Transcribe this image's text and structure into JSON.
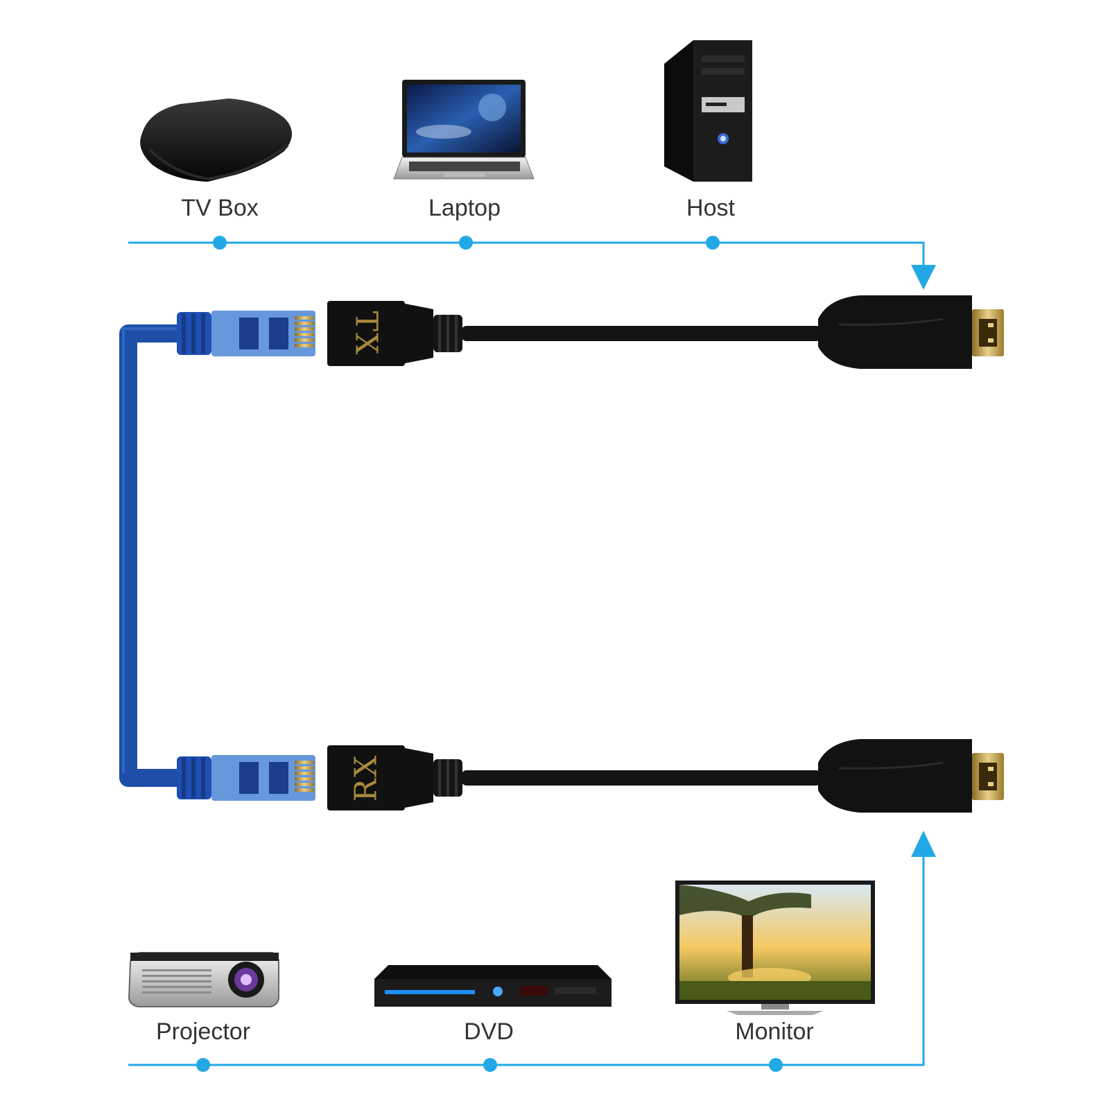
{
  "colors": {
    "accent": "#23a8e6",
    "ethernet_cable": "#1d4fa8",
    "connector_gold": "#a88a3c",
    "device_black": "#111111"
  },
  "sources": {
    "items": [
      {
        "label": "TV Box",
        "icon": "tv-box-icon"
      },
      {
        "label": "Laptop",
        "icon": "laptop-icon"
      },
      {
        "label": "Host",
        "icon": "desktop-tower-icon"
      }
    ]
  },
  "displays": {
    "items": [
      {
        "label": "Projector",
        "icon": "projector-icon"
      },
      {
        "label": "DVD",
        "icon": "dvd-player-icon"
      },
      {
        "label": "Monitor",
        "icon": "monitor-icon"
      }
    ]
  },
  "transmitter": {
    "label": "TX"
  },
  "receiver": {
    "label": "RX"
  }
}
